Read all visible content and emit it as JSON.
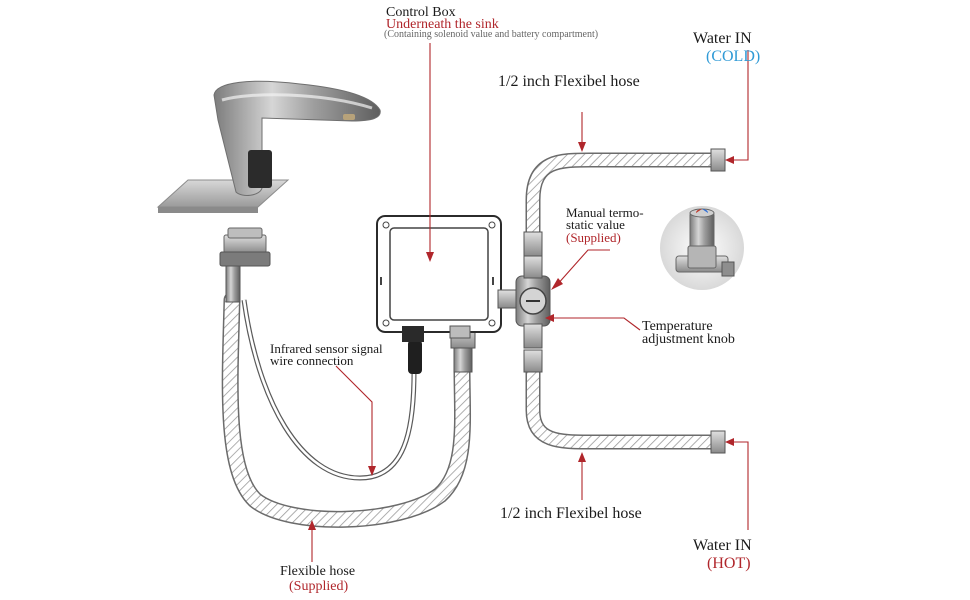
{
  "labels": {
    "control_box": {
      "title": "Control Box",
      "subtitle": "Underneath the sink",
      "note": "(Containing solenoid value and battery compartment)"
    },
    "water_in_cold": {
      "title": "Water IN",
      "sub": "(COLD)"
    },
    "water_in_hot": {
      "title": "Water IN",
      "sub": "(HOT)"
    },
    "hose_top": "1/2 inch Flexibel hose",
    "hose_bottom": "1/2 inch Flexibel hose",
    "thermostatic_valve": {
      "line1": "Manual termo-",
      "line2": "static value",
      "line3": "(Supplied)"
    },
    "temperature_knob": {
      "line1": "Temperature",
      "line2": "adjustment knob"
    },
    "infrared_sensor": {
      "line1": "Infrared sensor signal",
      "line2": "wire connection"
    },
    "flexible_hose": {
      "title": "Flexible hose",
      "sub": "(Supplied)"
    }
  },
  "colors": {
    "leader_line": "#b0262b",
    "cold_text": "#2f9ad6",
    "hot_text": "#b0262b",
    "accent_text": "#b0262b"
  }
}
